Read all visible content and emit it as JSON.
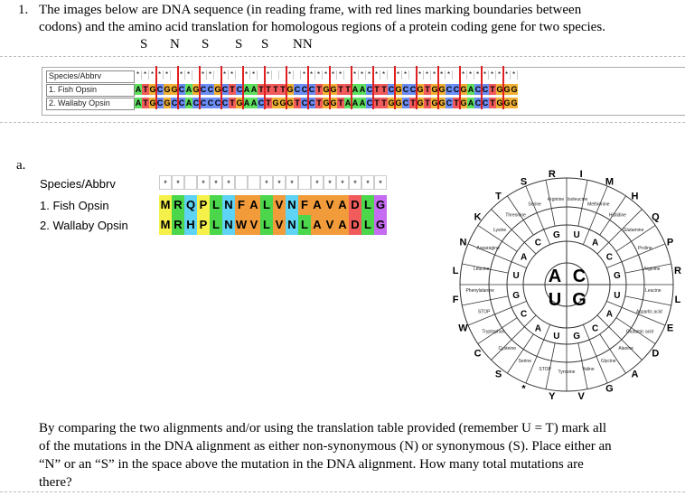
{
  "question": {
    "number": "1.",
    "line1": "The images below are DNA sequence (in reading frame, with red lines marking boundaries between",
    "line2": "codons) and the amino acid translation for homologous regions of a protein coding gene for two species."
  },
  "mutation_marks": [
    "S",
    "N",
    "S",
    "S",
    "S",
    "NN"
  ],
  "dna_alignment": {
    "header": "Species/Abbrv",
    "rows": [
      {
        "label": "1. Fish Opsin",
        "seq": "ATGCGGCAGCCGCTCAATTTTGCCCTGGTTAACTTCGCCGTGGCCGACCTGGG"
      },
      {
        "label": "2. Wallaby Opsin",
        "seq": "ATGCGCCACCCCCTGAACTGGGTCCTGGTAAACTTGGCTGTGGCTGACCTGGG"
      }
    ],
    "colors": {
      "A": "#5ee05e",
      "T": "#f25b5b",
      "G": "#f2b134",
      "C": "#6b8df5",
      "boundary": "#e02020"
    }
  },
  "part_label": "a.",
  "protein_alignment": {
    "header": "Species/Abbrv",
    "rows": [
      {
        "label": "1. Fish Opsin",
        "seq": "MRQPLNFALVNFAVADLG"
      },
      {
        "label": "2. Wallaby Opsin",
        "seq": "MRHPLNWVLVNLAVADLG"
      }
    ],
    "conservation": "** *** *** ******"
  },
  "codon_wheel": {
    "center": [
      "A",
      "C",
      "U",
      "G"
    ],
    "outer_letters": [
      "I",
      "M",
      "H",
      "Q",
      "P",
      "R",
      "L",
      "E",
      "D",
      "A",
      "G",
      "V",
      "Y",
      "*",
      "S",
      "C",
      "W",
      "F",
      "L",
      "N",
      "K",
      "T",
      "S",
      "R"
    ],
    "amino_names": [
      "Isoleucine",
      "Methionine",
      "Histidine",
      "Glutamine",
      "Proline",
      "Arginine",
      "Leucine",
      "Aspartic acid",
      "Glutamic acid",
      "Alanine",
      "Glycine",
      "Valine",
      "Tyrosine",
      "STOP",
      "Serine",
      "Cysteine",
      "Tryptophan",
      "STOP",
      "Phenylalanine",
      "Leucine",
      "Asparagine",
      "Lysine",
      "Threonine",
      "Serine",
      "Arginine"
    ]
  },
  "instructions": {
    "line1": "By comparing the two alignments and/or using the translation table provided (remember U = T) mark all",
    "line2": "of the mutations in the DNA alignment as either non-synonymous (N) or synonymous (S).  Place either an",
    "line3": "“N” or an “S” in the space above the mutation in the DNA alignment. How many total mutations are",
    "line4": "there?"
  }
}
